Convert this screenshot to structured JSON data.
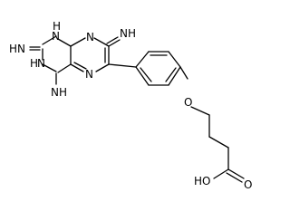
{
  "molecule": {
    "atoms": {
      "n_amine_1": "HN",
      "n_ring_nh_1": "N",
      "h_ring_nh_1": "H",
      "n_ring_nh_2": "N",
      "h_ring_nh_2": "H",
      "n_amine_4": "NH",
      "n_ring_8": "N",
      "n_amine_7": "NH",
      "n_ring_5": "N",
      "o_ether": "O",
      "o_carbonyl": "O",
      "o_hydroxyl": "HO"
    }
  }
}
